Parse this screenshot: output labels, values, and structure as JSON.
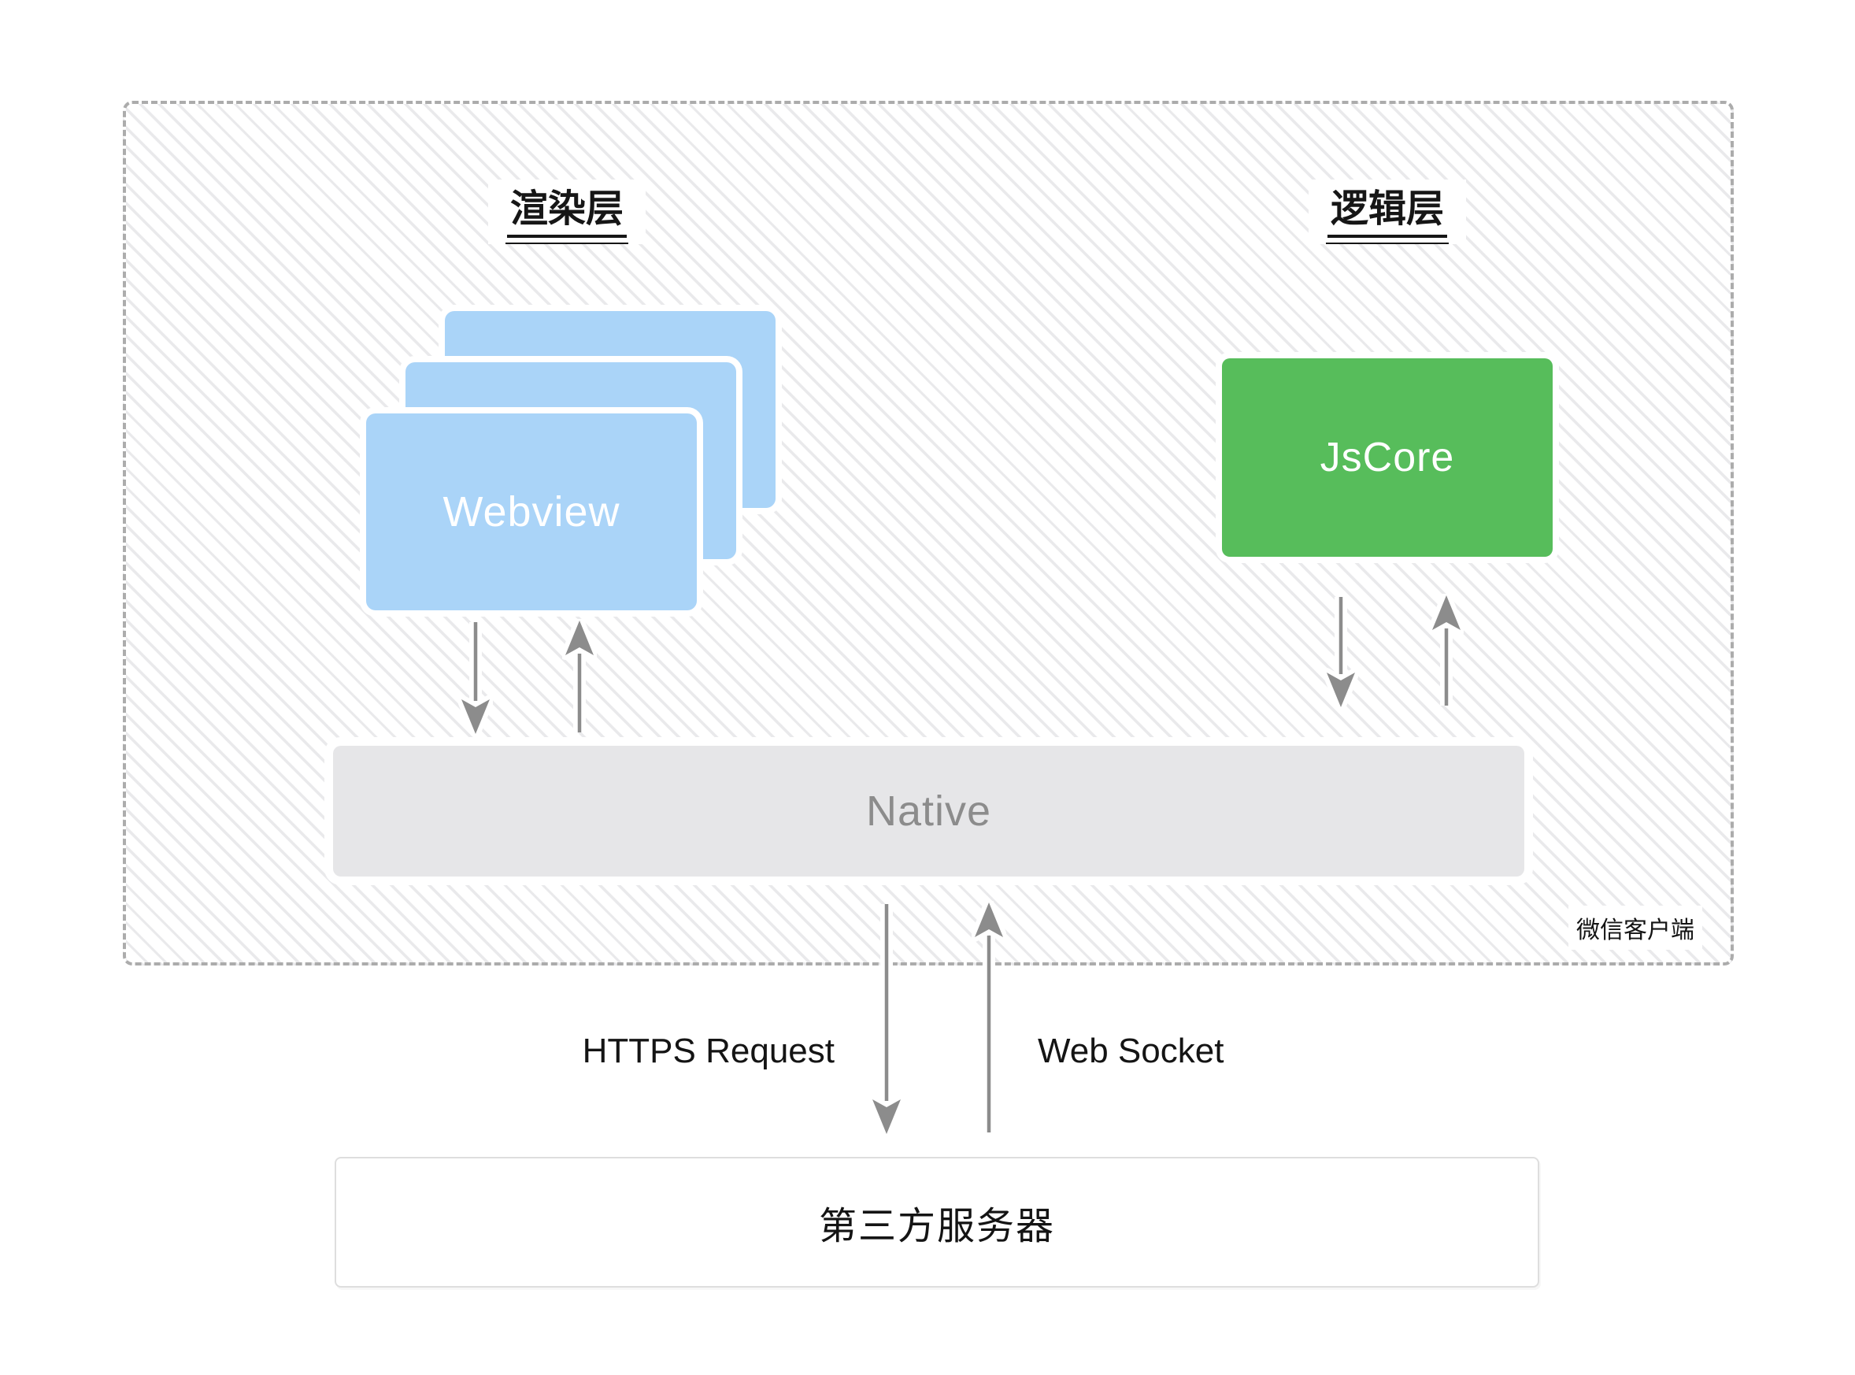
{
  "client_box": {
    "label": "微信客户端",
    "border_color": "#ACACAC",
    "hatch_color": "#E9E9EB"
  },
  "render_layer": {
    "title": "渲染层",
    "webview": {
      "label": "Webview",
      "color": "#AAD4F8",
      "stack_count": 3
    }
  },
  "logic_layer": {
    "title": "逻辑层",
    "jscore": {
      "label": "JsCore",
      "color": "#57BD5B"
    }
  },
  "native": {
    "label": "Native",
    "color": "#E6E6E8",
    "text_color": "#8C8C8C"
  },
  "connections": {
    "arrow_color": "#8C8C8C",
    "https": {
      "label": "HTTPS Request"
    },
    "websocket": {
      "label": "Web Socket"
    }
  },
  "server": {
    "label": "第三方服务器",
    "border_color": "#DEDEDE"
  }
}
